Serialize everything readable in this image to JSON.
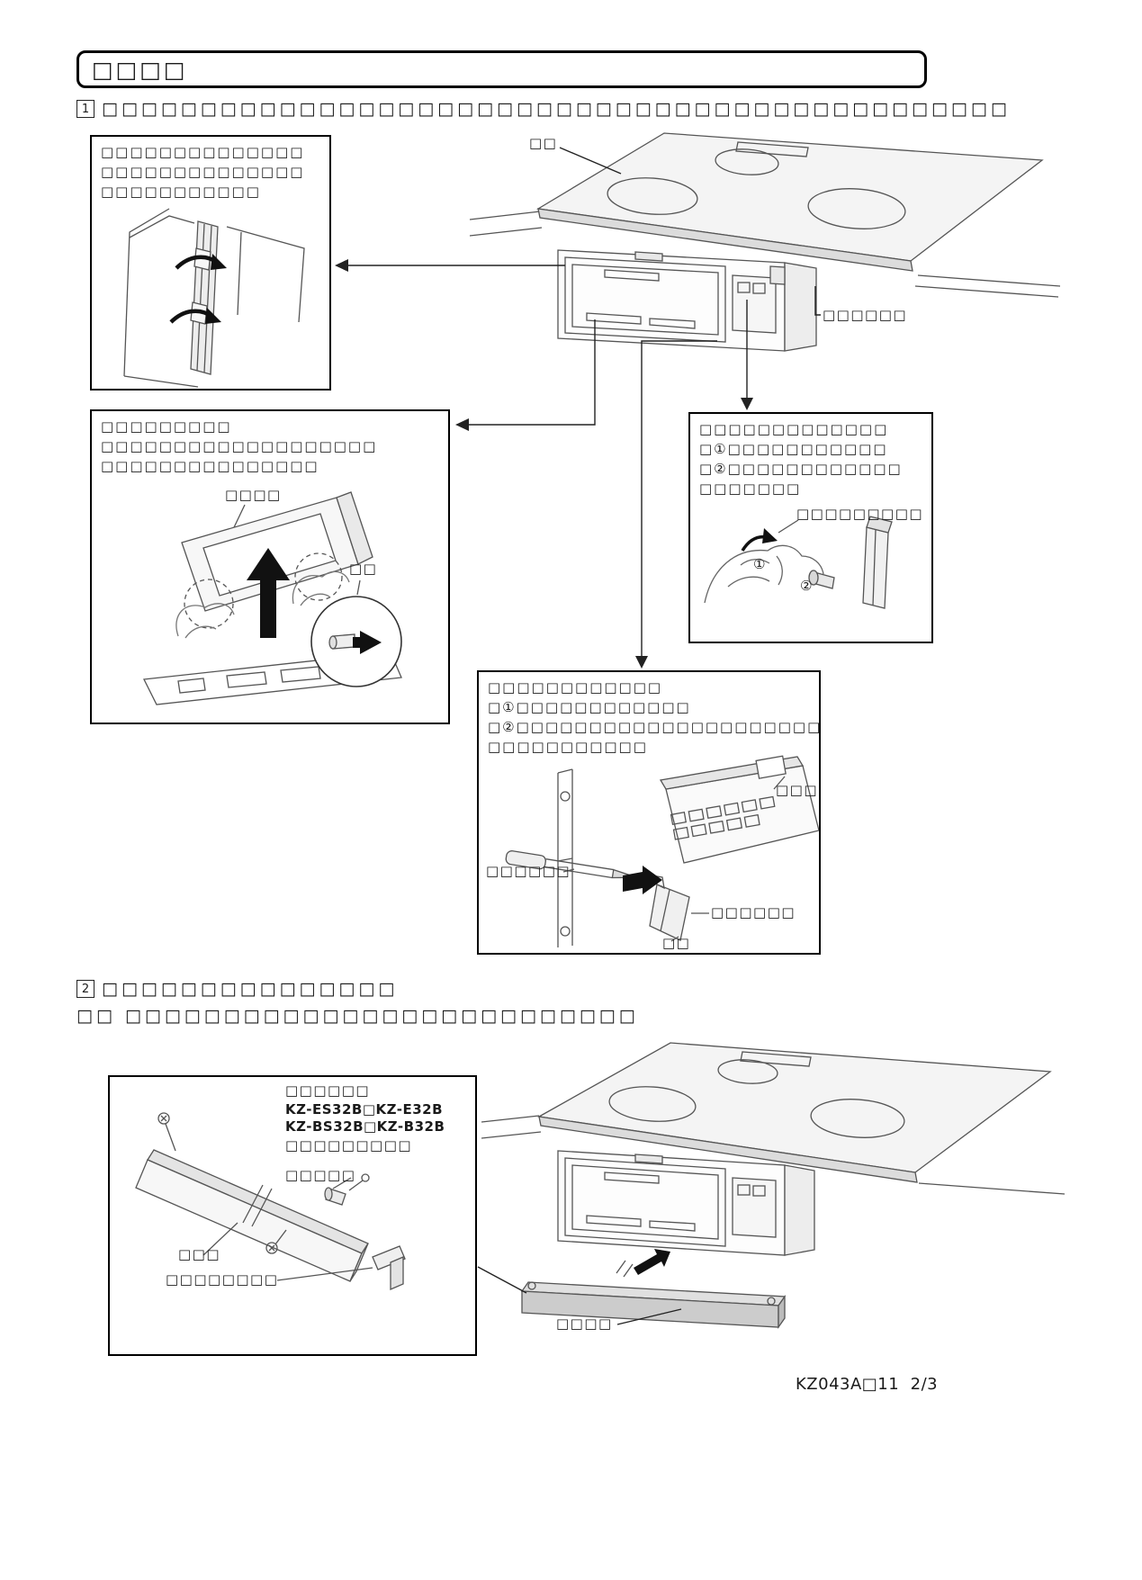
{
  "title": {
    "label": "□□□□"
  },
  "steps": {
    "step1": {
      "number": "1",
      "text": "□□□□□□□□□□□□□□□□□□□□□□□□□□□□□□□□□□□□□□□□□□□□□□"
    },
    "step2": {
      "number": "2",
      "line1": "□□□□□□□□□□□□□□□",
      "line2": "□□ □□□□□□□□□□□□□□□□□□□□□□□□□□"
    }
  },
  "boxes": {
    "top_left": {
      "lines": [
        "□□□□□□□□□□□□□□",
        "□□□□□□□□□□□□□□",
        "□□□□□□□□□□□"
      ]
    },
    "mid_left": {
      "lines": [
        "□□□□□□□□□",
        "□□□□□□□□□□□□□□□□□□□",
        "□□□□□□□□□□□□□□□"
      ],
      "labels": {
        "panel": "□□□□",
        "part": "□□"
      }
    },
    "right": {
      "lines": [
        "□□□□□□□□□□□□□",
        "□①□□□□□□□□□□□",
        "□②□□□□□□□□□□□□",
        "□□□□□□□"
      ],
      "labels": {
        "part": "□□□□□□□□□",
        "callout1": "①",
        "callout2": "②"
      }
    },
    "center": {
      "lines": [
        "□□□□□□□□□□□□",
        "□①□□□□□□□□□□□□",
        "□②□□□□□□□□□□□□□□□□□□□□□",
        "□□□□□□□□□□□"
      ],
      "labels": {
        "display": "□□□",
        "tool": "□□□□□□",
        "bracket": "□□□□□□",
        "hinge": "□□"
      }
    },
    "bottom_left": {
      "header": "□□□□□□",
      "models": [
        "KZ-ES32B□KZ-E32B",
        "KZ-BS32B□KZ-B32B"
      ],
      "note": "□□□□□□□□□",
      "labels": {
        "screw": "□□□□□",
        "bar": "□□□",
        "bracket": "□□□□□□□□"
      }
    }
  },
  "diagrams": {
    "cooktop_top": {
      "labels": {
        "top": "□□",
        "right": "□□□□□□"
      }
    },
    "cooktop_bottom": {
      "labels": {
        "front_panel": "□□□□"
      }
    }
  },
  "footer": {
    "text": "KZ043A□11  2/3"
  }
}
